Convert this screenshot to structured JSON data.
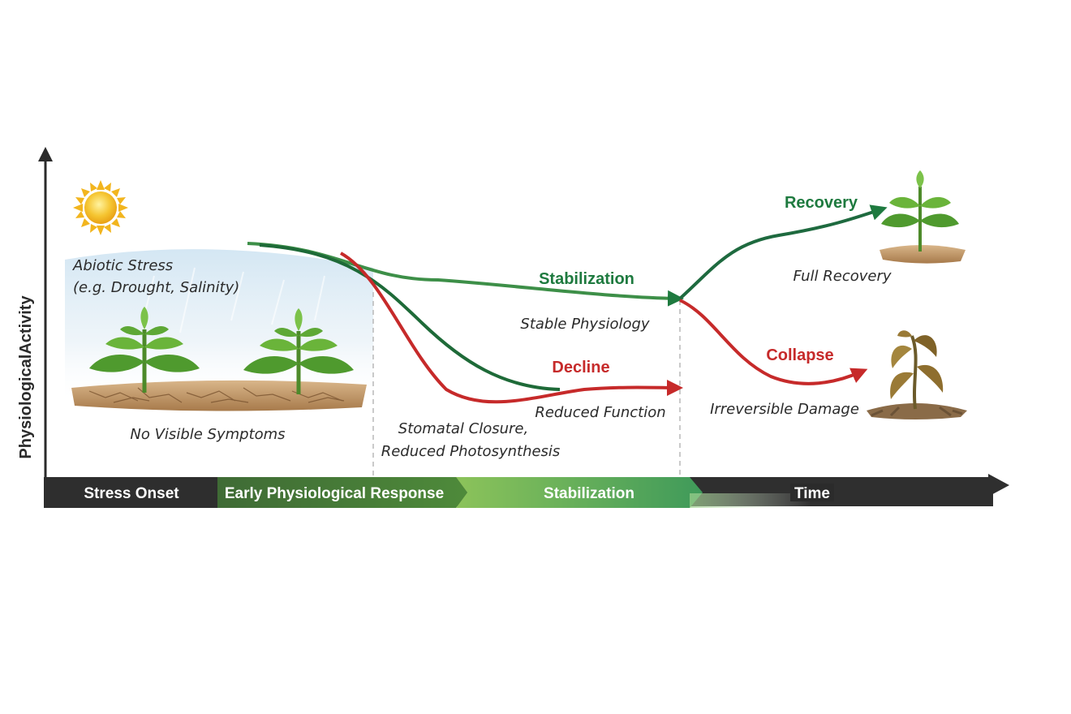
{
  "axes": {
    "y_label": "PhysiologicalActivity",
    "x_label": "Time"
  },
  "phases": {
    "stress_onset": "Stress Onset",
    "early_response": "Early Physiological Response",
    "stabilization": "Stabilization"
  },
  "labels": {
    "abiotic_line1": "Abiotic Stress",
    "abiotic_line2": "(e.g. Drought, Salinity)",
    "no_symptoms": "No Visible Symptoms",
    "stomatal_line1": "Stomatal Closure,",
    "stomatal_line2": "Reduced Photosynthesis",
    "stabilization": "Stabilization",
    "stable_physiology": "Stable Physiology",
    "decline": "Decline",
    "reduced_function": "Reduced Function",
    "recovery": "Recovery",
    "full_recovery": "Full Recovery",
    "collapse": "Collapse",
    "irreversible_damage": "Irreversible Damage"
  },
  "colors": {
    "green": "#1e7a3f",
    "red": "#c62a2a",
    "axis": "#2b2b2b"
  },
  "icons": [
    "sun-icon",
    "healthy-plant-icon",
    "wilted-plant-icon",
    "cracked-soil-icon"
  ]
}
